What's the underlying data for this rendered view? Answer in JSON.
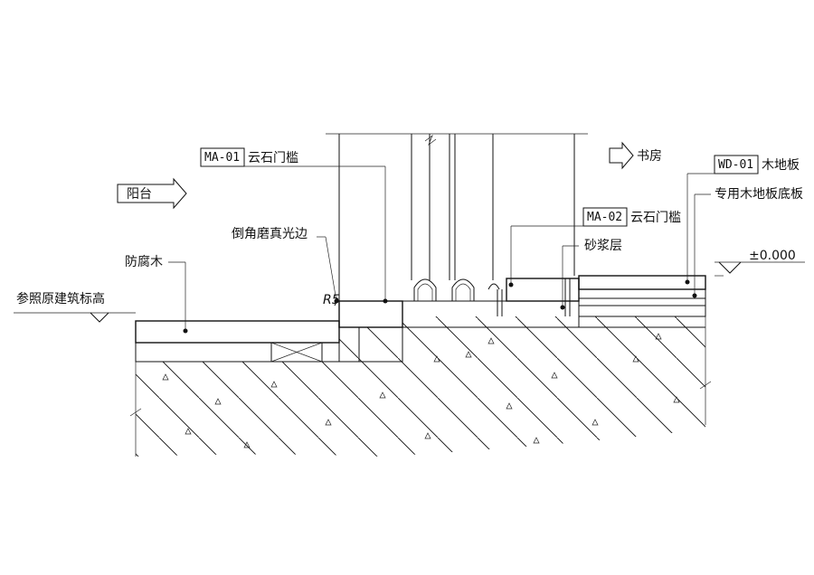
{
  "rooms": {
    "balcony": "阳台",
    "study": "书房"
  },
  "labels": {
    "ref_level": "参照原建筑标高",
    "preserved_wood": "防腐木",
    "chamfer": "倒角磨真光边",
    "radius": "R5",
    "mortar": "砂浆层",
    "elevation": "±0.000"
  },
  "codes": {
    "ma01": {
      "code": "MA-01",
      "desc": "云石门槛"
    },
    "ma02": {
      "code": "MA-02",
      "desc": "云石门槛"
    },
    "wd01": {
      "code": "WD-01",
      "desc": "木地板"
    },
    "subfloor": "专用木地板底板"
  },
  "colors": {
    "line": "#111111",
    "background": "#ffffff"
  }
}
